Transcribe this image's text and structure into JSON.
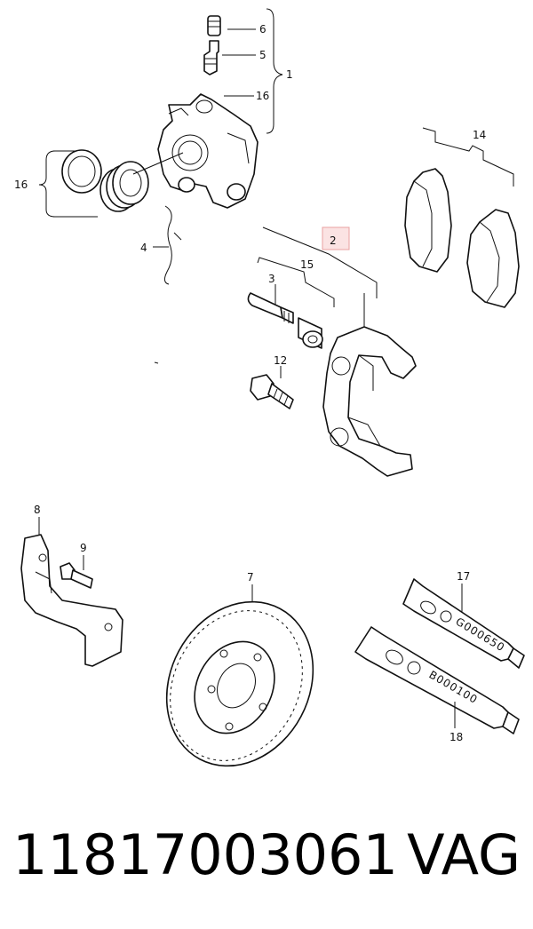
{
  "diagram": {
    "callouts": {
      "p1": "1",
      "p2": "2",
      "p3": "3",
      "p4": "4",
      "p5": "5",
      "p6": "6",
      "p7": "7",
      "p8": "8",
      "p9": "9",
      "p12": "12",
      "p14": "14",
      "p15": "15",
      "p16_top": "16",
      "p16_left": "16",
      "p17": "17",
      "p18": "18"
    },
    "highlight_color": "#e8a0a0",
    "tube_labels": {
      "top": "G000650",
      "bottom": "B000100"
    }
  },
  "caption": {
    "part_number": "11817003061",
    "brand": "VAG"
  }
}
